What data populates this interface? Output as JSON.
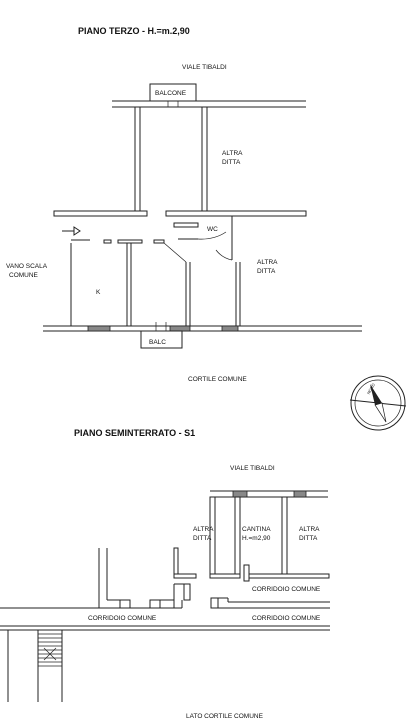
{
  "floors": {
    "third": {
      "title": "PIANO TERZO - H.=m.2,90",
      "street": "VIALE TIBALDI",
      "balcony_top": "BALCONE",
      "altra_ditta_1": [
        "ALTRA",
        "DITTA"
      ],
      "altra_ditta_2": [
        "ALTRA",
        "DITTA"
      ],
      "wc": "WC",
      "vano_scala": [
        "VANO SCALA",
        "COMUNE"
      ],
      "kitchen": "K",
      "balcony_bottom": "BALC",
      "courtyard": "CORTILE COMUNE"
    },
    "basement": {
      "title": "PIANO SEMINTERRATO - S1",
      "street": "VIALE TIBALDI",
      "altra_ditta_left": [
        "ALTRA",
        "DITTA"
      ],
      "cantina": [
        "CANTINA",
        "H.=m2,90"
      ],
      "altra_ditta_right": [
        "ALTRA",
        "DITTA"
      ],
      "corridor_right_1": "CORRIDOIO COMUNE",
      "corridor_left": "CORRIDOIO COMUNE",
      "corridor_right_2": "CORRIDOIO COMUNE",
      "courtyard_side": "LATO CORTILE COMUNE"
    }
  },
  "compass": {
    "label": "NORD"
  }
}
